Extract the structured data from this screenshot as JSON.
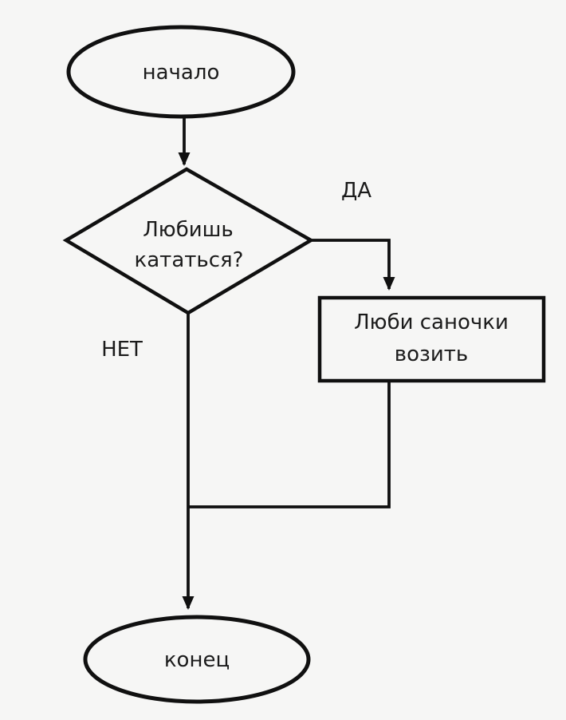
{
  "diagram": {
    "colors": {
      "stroke": "#101010",
      "background": "#f6f6f5",
      "text": "#1b1b1b"
    },
    "nodes": {
      "start": {
        "type": "terminator",
        "label": "начало"
      },
      "decision": {
        "type": "decision",
        "line1": "Любишь",
        "line2": "кататься?"
      },
      "process": {
        "type": "process",
        "line1": "Люби саночки",
        "line2": "возить"
      },
      "end": {
        "type": "terminator",
        "label": "конец"
      }
    },
    "edges": {
      "start_to_decision": {
        "from": "start",
        "to": "decision",
        "label": ""
      },
      "yes": {
        "from": "decision",
        "to": "process",
        "label": "ДА"
      },
      "no": {
        "from": "decision",
        "to": "end",
        "label": "НЕТ"
      },
      "process_to_join": {
        "from": "process",
        "to": "end",
        "label": ""
      }
    }
  }
}
